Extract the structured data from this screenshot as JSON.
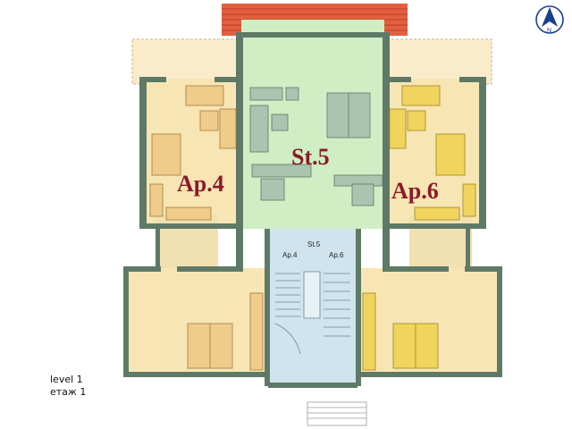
{
  "apartments": {
    "left_label": "Ap.4",
    "center_label": "St.5",
    "right_label": "Ap.6"
  },
  "stairwell": {
    "center_label": "St.5",
    "left_label": "Ap.4",
    "right_label": "Ap.6"
  },
  "level": {
    "line1": "level 1",
    "line2": "етаж 1"
  },
  "compass": {
    "letter": "N"
  },
  "colors": {
    "apartment_fill": "#f7e6b4",
    "studio_fill": "#cfeec4",
    "stair_fill": "#cfe4ee",
    "roof_tile": "#e2603f",
    "wall": "#5e7a66",
    "label_red": "#8b1a2a"
  }
}
